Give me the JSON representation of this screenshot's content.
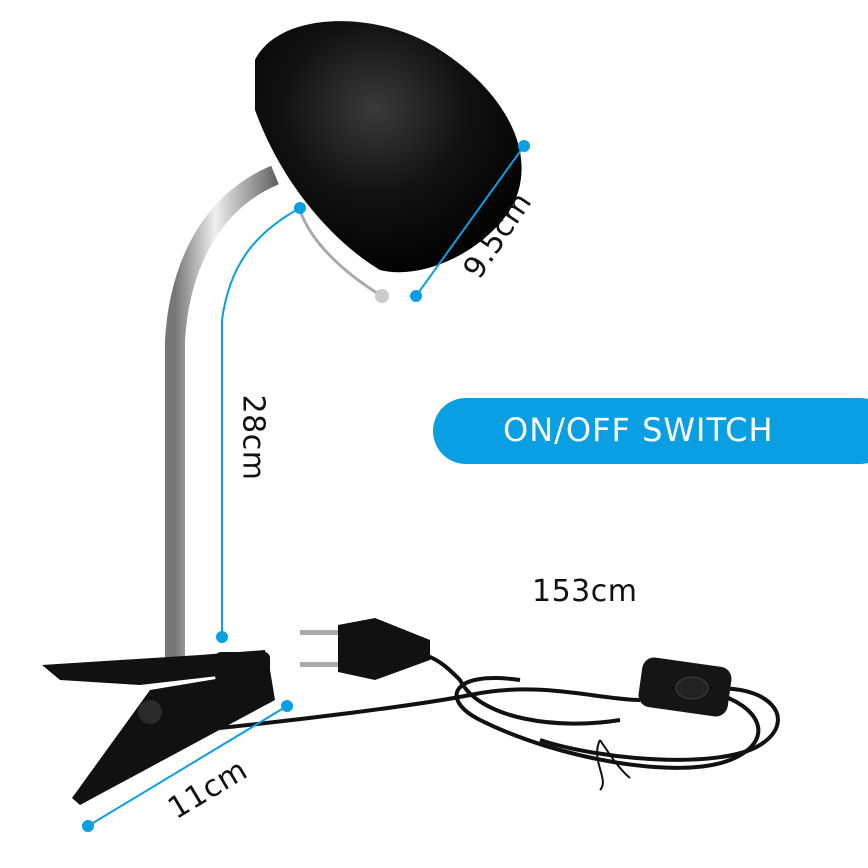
{
  "labels": {
    "shade_diameter": "9.5cm",
    "height": "28cm",
    "clip_length": "11cm",
    "cord_length": "153cm",
    "switch_banner": "ON/OFF SWITCH"
  },
  "colors": {
    "accent": "#0a9fe3",
    "lamp": "#0b0b0b",
    "chrome": "#b8b8b8"
  }
}
